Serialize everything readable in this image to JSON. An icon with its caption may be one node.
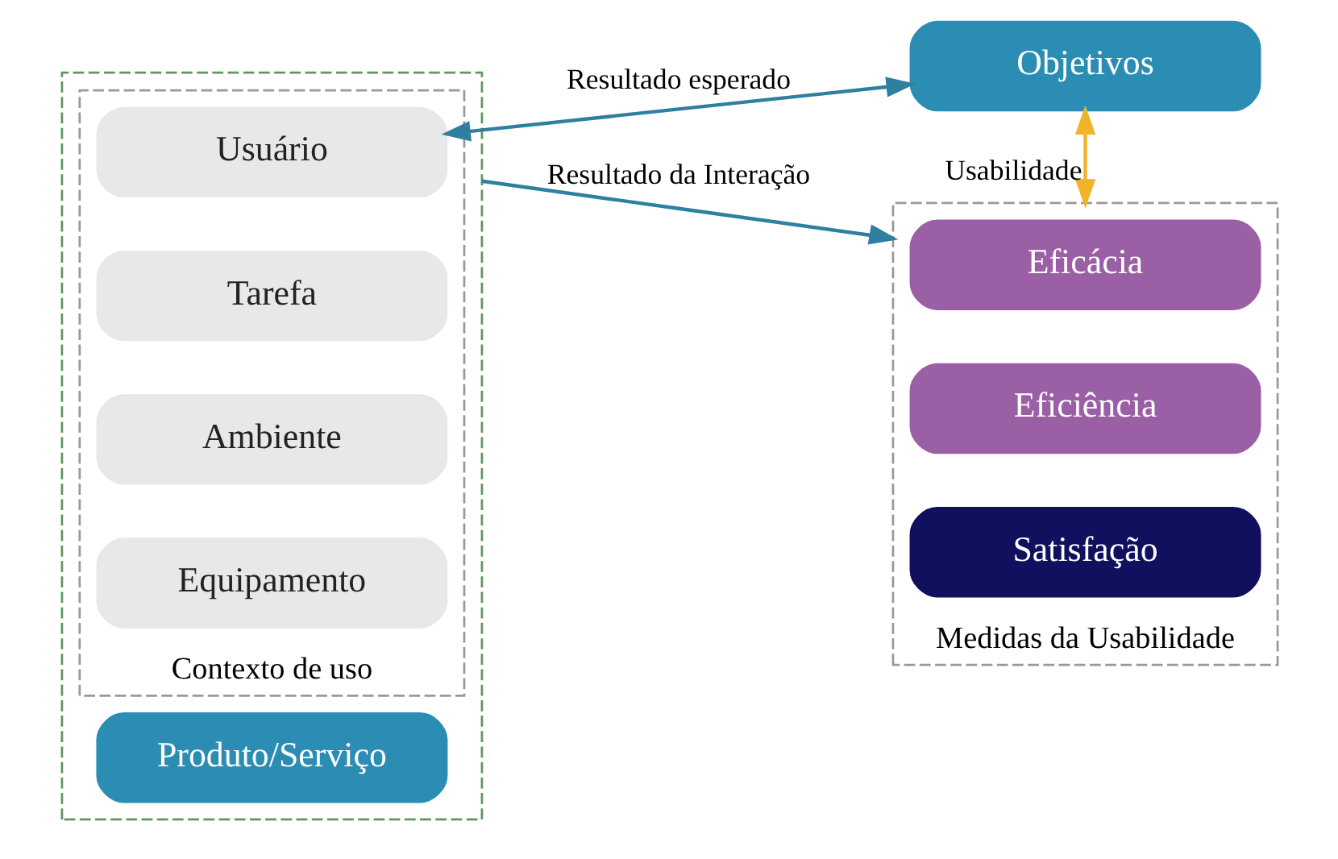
{
  "diagram": {
    "nodes": [
      {
        "text": [],
        "shape": "box"
      },
      {
        "text": [
          "Contexto de uso"
        ],
        "in": 0
      },
      {
        "text": [
          "Usuário"
        ],
        "in": 1
      },
      {
        "text": [
          "Tarefa"
        ],
        "in": 1
      },
      {
        "text": [
          "Ambiente"
        ],
        "in": 1
      },
      {
        "text": [
          "Equipamento"
        ],
        "in": 1
      },
      {
        "text": [
          "Produto/Serviço"
        ],
        "in": 0
      },
      {
        "text": [
          "Objetivos"
        ]
      },
      {
        "text": [
          "Medidas da Usabilidade"
        ]
      },
      {
        "text": [
          "Eficácia"
        ],
        "in": 8
      },
      {
        "text": [
          "Eficiência"
        ],
        "in": 8
      },
      {
        "text": [
          "Satisfação"
        ],
        "in": 8
      }
    ],
    "edges": [
      {
        "from": 2,
        "to": 7,
        "arrow": "both",
        "label": "Resultado esperado"
      },
      {
        "from": 7,
        "to": 8,
        "arrow": "both",
        "label": "Usabilidade",
        "color": "#f0b429"
      },
      {
        "from": 0,
        "to": 8,
        "arrow": "to",
        "label": "Resultado da Interação"
      }
    ]
  }
}
